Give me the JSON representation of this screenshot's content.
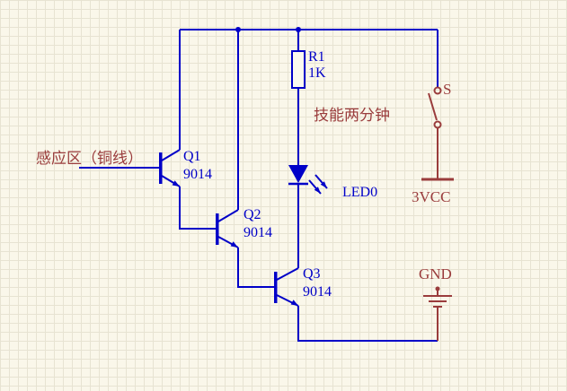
{
  "colors": {
    "bg": "#faf7ea",
    "grid": "#e7e3d2",
    "wire": "#0000c8",
    "maroon": "#9a3c3c"
  },
  "labels": {
    "sensor_note": "感应区（铜线）",
    "skill_note": "技能两分钟",
    "q1_ref": "Q1",
    "q1_model": "9014",
    "q2_ref": "Q2",
    "q2_model": "9014",
    "q3_ref": "Q3",
    "q3_model": "9014",
    "r1_ref": "R1",
    "r1_value": "1K",
    "led_ref": "LED0",
    "switch_ref": "S",
    "vcc_port": "3VCC",
    "gnd_port": "GND"
  }
}
